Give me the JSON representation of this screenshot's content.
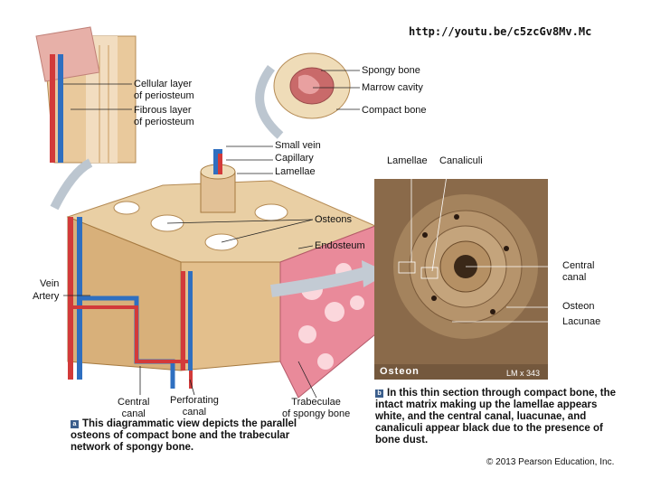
{
  "source_url": "http://youtu.be/c5zcGv8Mv.Mc",
  "labels": {
    "cellular_layer": "Cellular layer\nof periosteum",
    "fibrous_layer": "Fibrous layer\nof periosteum",
    "spongy_bone": "Spongy bone",
    "marrow_cavity": "Marrow cavity",
    "compact_bone": "Compact bone",
    "small_vein": "Small vein",
    "capillary": "Capillary",
    "lamellae": "Lamellae",
    "lamellae_micro": "Lamellae",
    "canaliculi": "Canaliculi",
    "osteons": "Osteons",
    "endosteum": "Endosteum",
    "vein": "Vein",
    "artery": "Artery",
    "central_canal_micro": "Central\ncanal",
    "osteon_micro": "Osteon",
    "lacunae": "Lacunae",
    "central_canal": "Central\ncanal",
    "perforating_canal": "Perforating\ncanal",
    "trabeculae": "Trabeculae\nof spongy bone",
    "micro_title": "Osteon",
    "magnification": "LM x 343"
  },
  "captions": {
    "a_badge": "a",
    "a_text": "This diagrammatic view depicts the parallel osteons of compact bone and the trabecular network of spongy bone.",
    "b_badge": "b",
    "b_text": "In this thin section through compact bone, the intact matrix making up the lamellae appears white, and the central canal, luacunae, and canaliculi appear black due to the presence of bone dust."
  },
  "copyright": "© 2013 Pearson Education, Inc.",
  "colors": {
    "bone": "#d8b07a",
    "bone_light": "#efdcb8",
    "marrow": "#e98a9a",
    "artery": "#d23a3a",
    "vein": "#2f6fc0",
    "micro_bg": "#8a6a4a",
    "badge": "#3b5e8c"
  }
}
